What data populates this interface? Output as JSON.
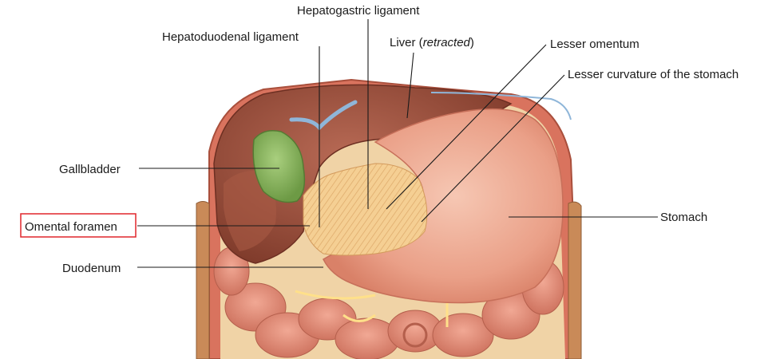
{
  "labels": {
    "hepatogastric": "Hepatogastric ligament",
    "hepatoduodenal": "Hepatoduodenal ligament",
    "liver_prefix": "Liver (",
    "liver_italic": "retracted",
    "liver_suffix": ")",
    "lesser_omentum": "Lesser omentum",
    "lesser_curvature": "Lesser curvature of the stomach",
    "gallbladder": "Gallbladder",
    "omental_foramen": "Omental foramen",
    "duodenum": "Duodenum",
    "stomach": "Stomach"
  },
  "highlight": {
    "target": "omental_foramen",
    "color": "#e0262b"
  },
  "colors": {
    "liver": "#9a4a38",
    "liver_light": "#b86a55",
    "stomach": "#e9a38c",
    "stomach_light": "#f3c2ae",
    "gallbladder": "#84b05a",
    "ligament": "#f3c98a",
    "intestine": "#e8907c",
    "abdominal_wall": "#d9735e",
    "leader_line": "#1a1a1a"
  }
}
